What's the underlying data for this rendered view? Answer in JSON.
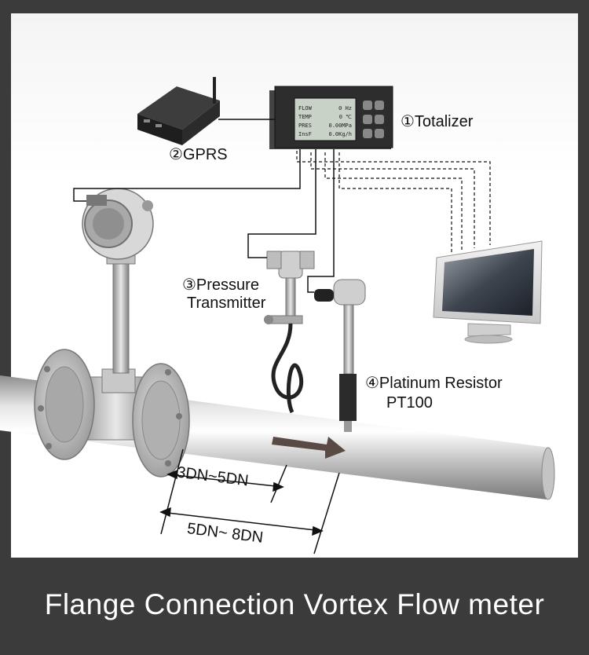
{
  "labels": {
    "totalizer": "①Totalizer",
    "gprs": "②GPRS",
    "pressure_line1": "③Pressure",
    "pressure_line2": "Transmitter",
    "resistor_line1": "④Platinum Resistor",
    "resistor_line2": "PT100",
    "dim_short": "3DN~5DN",
    "dim_long": "5DN~ 8DN"
  },
  "display_rows": [
    {
      "name": "FLOW",
      "value": "0 Hz"
    },
    {
      "name": "TEMP",
      "value": "0 ℃"
    },
    {
      "name": "PRES",
      "value": "0.00MPa"
    },
    {
      "name": "InsF",
      "value": "0.0Kg/h"
    }
  ],
  "caption": "Flange Connection Vortex Flow meter",
  "colors": {
    "background": "#3b3b3b",
    "panel": "#ffffff",
    "flow_arrow": "#5a4a45"
  }
}
